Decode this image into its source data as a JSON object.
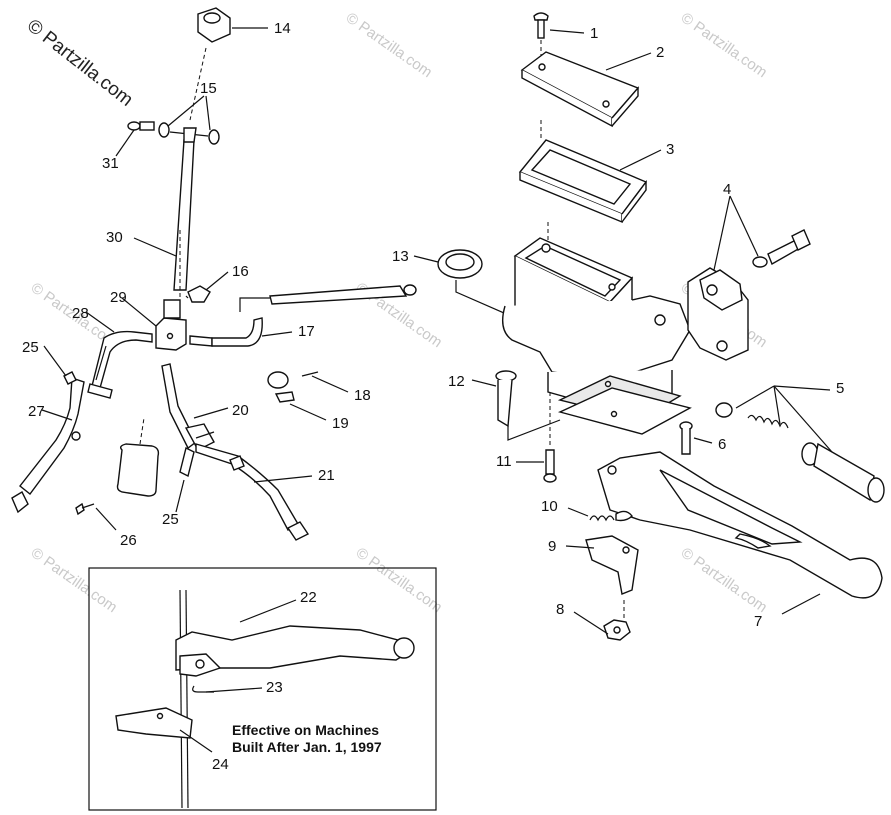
{
  "watermark": {
    "main": "© Partzilla.com",
    "tile": "© Partzilla.com"
  },
  "note": {
    "line1": "Effective on Machines",
    "line2": "Built After Jan. 1, 1997"
  },
  "callouts": [
    "1",
    "2",
    "3",
    "4",
    "5",
    "6",
    "7",
    "8",
    "9",
    "10",
    "11",
    "12",
    "13",
    "14",
    "15",
    "16",
    "17",
    "18",
    "19",
    "20",
    "21",
    "22",
    "23",
    "24",
    "25",
    "25",
    "26",
    "27",
    "28",
    "29",
    "30",
    "31"
  ]
}
